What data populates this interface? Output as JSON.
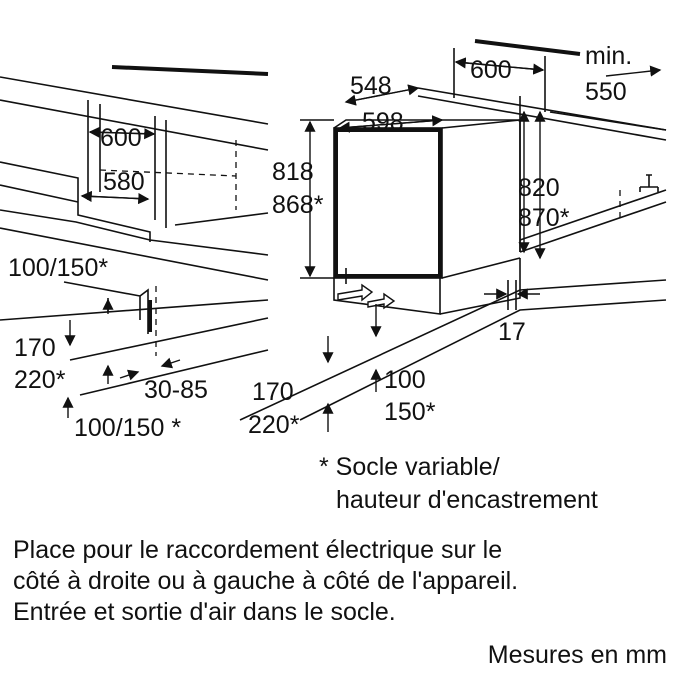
{
  "dimensions": {
    "left_opening_width": "600",
    "left_inner_width": "580",
    "left_plinth_height": "100/150*",
    "left_base_170": "170",
    "left_base_220": "220*",
    "left_side_range": "30-85",
    "left_bottom_depth": "100/150 *",
    "depth_548": "548",
    "width_598": "598",
    "top_600": "600",
    "min_label": "min.",
    "min_550": "550",
    "height_818": "818",
    "height_868": "868*",
    "height_820": "820",
    "height_870": "870*",
    "gap_17": "17",
    "base_170": "170",
    "base_220": "220*",
    "plinth_100": "100",
    "plinth_150": "150*"
  },
  "notes": {
    "footnote_line1": "* Socle variable/",
    "footnote_line2": "hauteur d'encastrement",
    "desc_line1": "Place pour le raccordement électrique sur le",
    "desc_line2": "côté à droite ou à gauche à côté de l'appareil.",
    "desc_line3": "Entrée et sortie d'air dans le socle.",
    "units": "Mesures en mm"
  }
}
